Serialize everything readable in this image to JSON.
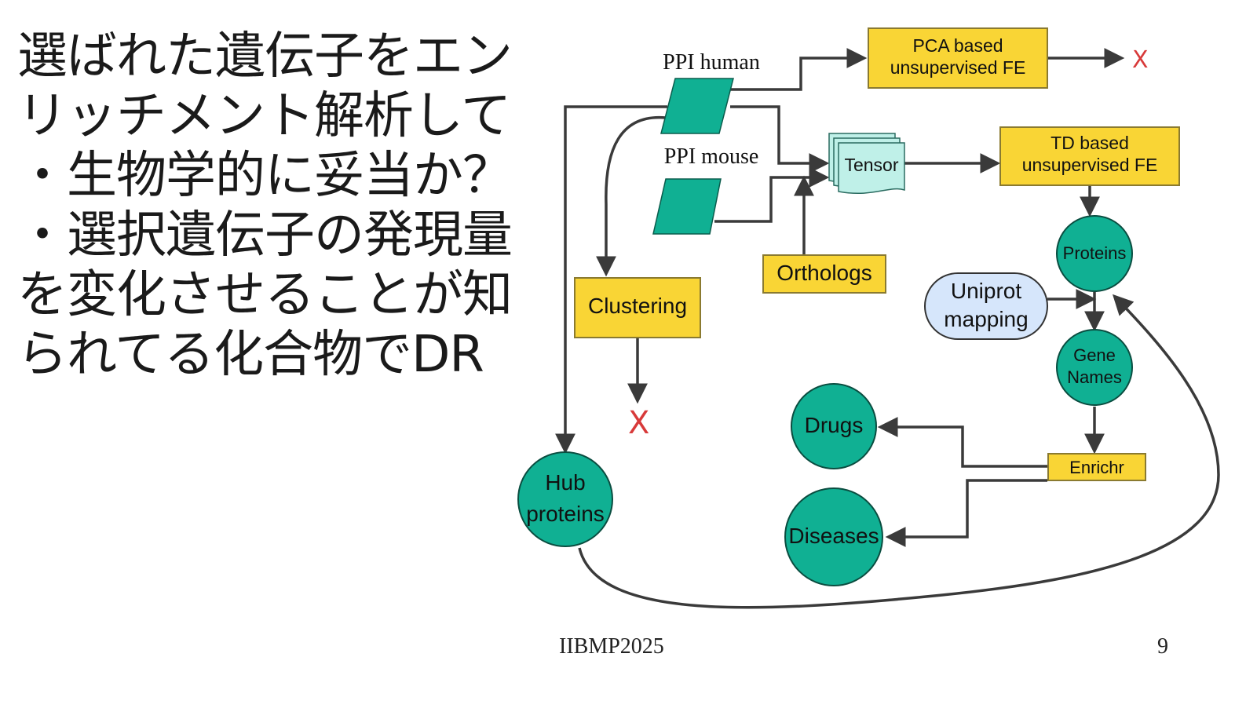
{
  "slide_text": {
    "lines": [
      "選ばれた遺伝子をエン",
      "リッチメント解析して",
      "・生物学的に妥当か？",
      "・選択遺伝子の発現量",
      "を変化させることが知",
      "られてる化合物でDR"
    ]
  },
  "diagram": {
    "nodes": {
      "ppi_human": "PPI human",
      "ppi_mouse": "PPI mouse",
      "pca": [
        "PCA based",
        "unsupervised FE"
      ],
      "td": [
        "TD based",
        "unsupervised FE"
      ],
      "tensor": "Tensor",
      "orthologs": "Orthologs",
      "clustering": "Clustering",
      "proteins": "Proteins",
      "uniprot": [
        "Uniprot",
        "mapping"
      ],
      "gene_names": [
        "Gene",
        "Names"
      ],
      "enrichr": "Enrichr",
      "drugs": "Drugs",
      "diseases": "Diseases",
      "hub_proteins": [
        "Hub",
        "proteins"
      ],
      "reject_mark": "X"
    },
    "colors": {
      "box_fill": "#f9d535",
      "circle_fill": "#10b093",
      "uniprot_fill": "#d6e6fb",
      "tensor_fill": "#bff0e8",
      "reject": "#d83a3a"
    }
  },
  "footer": {
    "center": "IIBMP2025",
    "page": "9"
  }
}
